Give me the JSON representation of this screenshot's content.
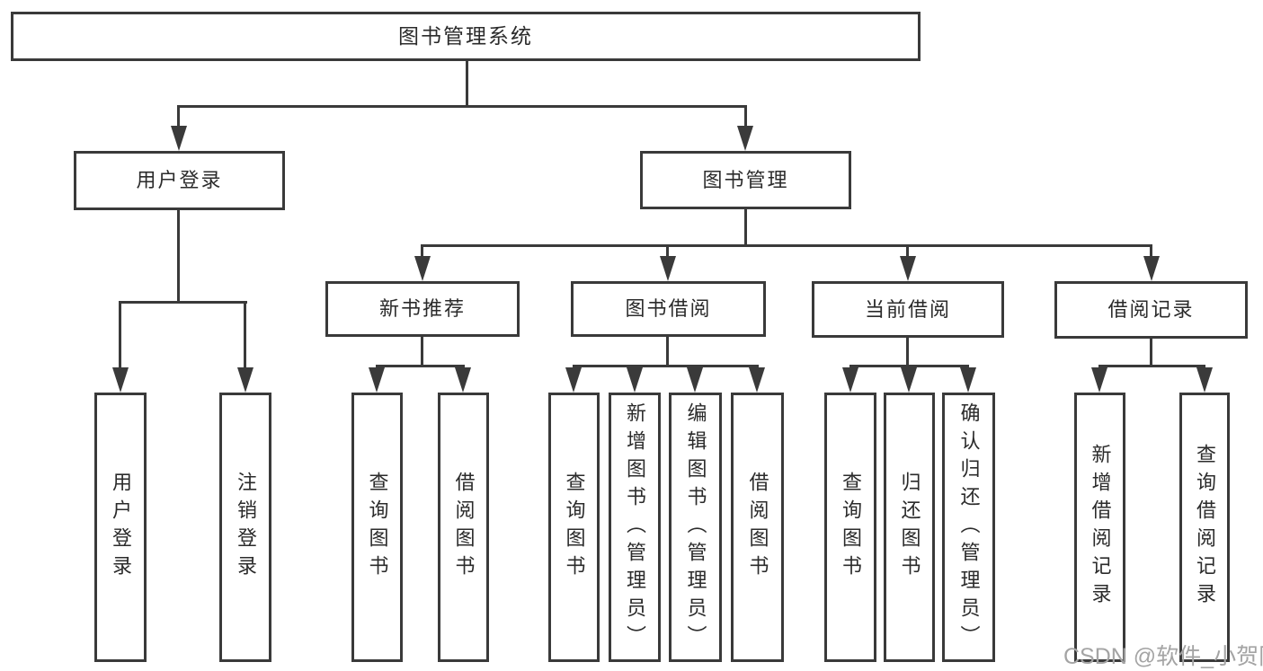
{
  "colors": {
    "line": "#3a3a3a",
    "text": "#2b2b2b",
    "background": "#ffffff",
    "watermark": "#a4a4a4"
  },
  "root": {
    "label": "图书管理系统"
  },
  "branches": [
    {
      "label": "用户登录",
      "leaves": [
        "用户登录",
        "注销登录"
      ]
    },
    {
      "label": "图书管理",
      "groups": [
        {
          "label": "新书推荐",
          "leaves": [
            "查询图书",
            "借阅图书"
          ]
        },
        {
          "label": "图书借阅",
          "leaves": [
            "查询图书",
            "新增图书（管理员）",
            "编辑图书（管理员）",
            "借阅图书"
          ]
        },
        {
          "label": "当前借阅",
          "leaves": [
            "查询图书",
            "归还图书",
            "确认归还（管理员）"
          ]
        },
        {
          "label": "借阅记录",
          "leaves": [
            "新增借阅记录",
            "查询借阅记录"
          ]
        }
      ]
    }
  ],
  "watermark": {
    "text": "CSDN @软件_小贺同学"
  }
}
